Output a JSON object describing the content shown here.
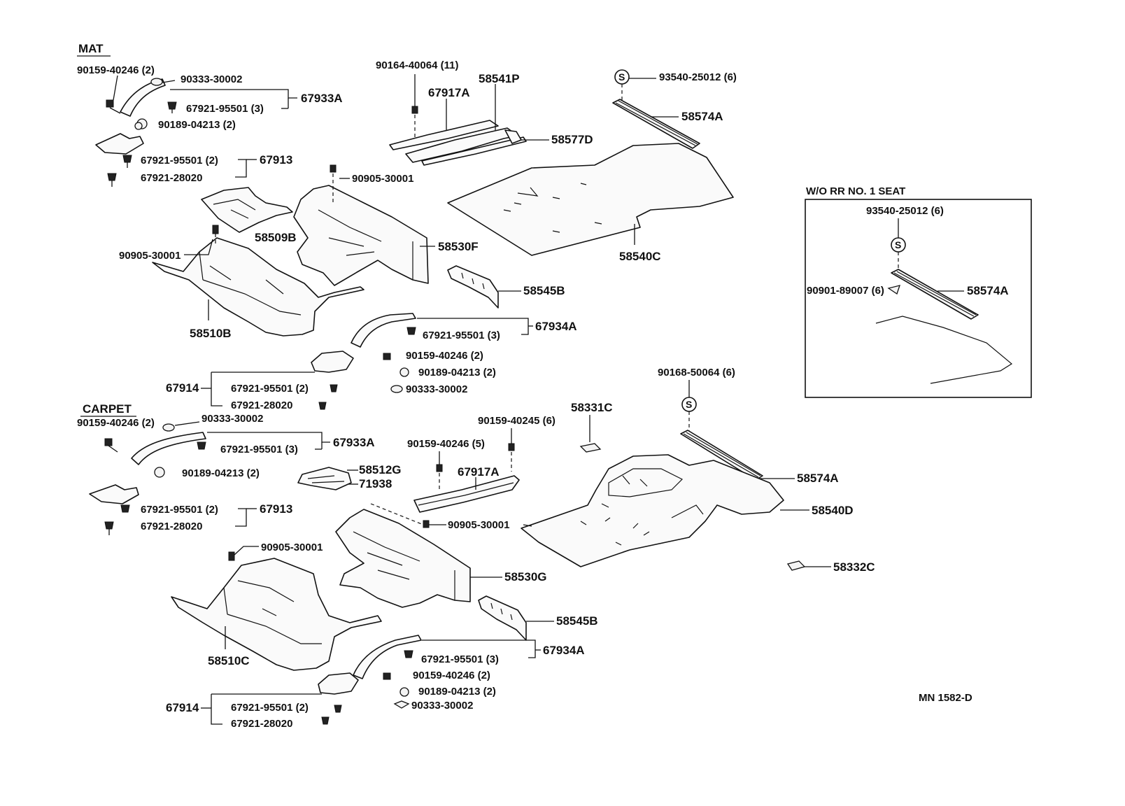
{
  "sections": {
    "mat": "MAT",
    "carpet": "CARPET",
    "inset_title": "W/O RR  NO. 1  SEAT",
    "drawing_code": "MN  1582-D",
    "special_symbol": "S"
  },
  "mat": {
    "l_90159_40246_2": "90159-40246 (2)",
    "l_90333_30002": "90333-30002",
    "l_67933A": "67933A",
    "l_67921_95501_3": "67921-95501  (3)",
    "l_90189_04213_2": "90189-04213 (2)",
    "l_67921_95501_2": "67921-95501  (2)",
    "l_67913": "67913",
    "l_67921_28020": "67921-28020",
    "l_90905_30001_a": "90905-30001",
    "l_90905_30001_b": "90905-30001",
    "l_58509B": "58509B",
    "l_58530F": "58530F",
    "l_58510B": "58510B",
    "l_90164_40064_11": "90164-40064 (11)",
    "l_67917A": "67917A",
    "l_58541P": "58541P",
    "l_58577D": "58577D",
    "l_93540_25012_6": "93540-25012 (6)",
    "l_58574A": "58574A",
    "l_58540C": "58540C",
    "l_58545B": "58545B",
    "l_67934A": "67934A",
    "l_67921_95501_3b": "67921-95501  (3)",
    "l_90159_40246_2b": "90159-40246 (2)",
    "l_90189_04213_2b": "90189-04213 (2)",
    "l_90333_30002b": "90333-30002",
    "l_67914": "67914",
    "l_67921_95501_2b": "67921-95501  (2)",
    "l_67921_28020b": "67921-28020"
  },
  "inset": {
    "l_93540_25012_6": "93540-25012 (6)",
    "l_90901_89007_6": "90901-89007 (6)",
    "l_58574A": "58574A"
  },
  "carpet": {
    "l_90159_40246_2": "90159-40246 (2)",
    "l_90333_30002": "90333-30002",
    "l_67933A": "67933A",
    "l_67921_95501_3": "67921-95501  (3)",
    "l_90189_04213_2": "90189-04213 (2)",
    "l_67921_95501_2": "67921-95501  (2)",
    "l_67913": "67913",
    "l_67921_28020": "67921-28020",
    "l_58512G": "58512G",
    "l_71938": "71938",
    "l_90159_40246_5": "90159-40246 (5)",
    "l_90159_40245_6": "90159-40245  (6)",
    "l_67917A": "67917A",
    "l_58331C": "58331C",
    "l_90168_50064_6": "90168-50064 (6)",
    "l_58574A": "58574A",
    "l_58540D": "58540D",
    "l_90905_30001_a": "90905-30001",
    "l_90905_30001_b": "90905-30001",
    "l_58530G": "58530G",
    "l_58332C": "58332C",
    "l_58545B": "58545B",
    "l_58510C": "58510C",
    "l_67934A": "67934A",
    "l_67921_95501_3b": "67921-95501  (3)",
    "l_90159_40246_2b": "90159-40246 (2)",
    "l_90189_04213_2b": "90189-04213 (2)",
    "l_90333_30002b": "90333-30002",
    "l_67914": "67914",
    "l_67921_95501_2b": "67921-95501  (2)",
    "l_67921_28020b": "67921-28020"
  }
}
